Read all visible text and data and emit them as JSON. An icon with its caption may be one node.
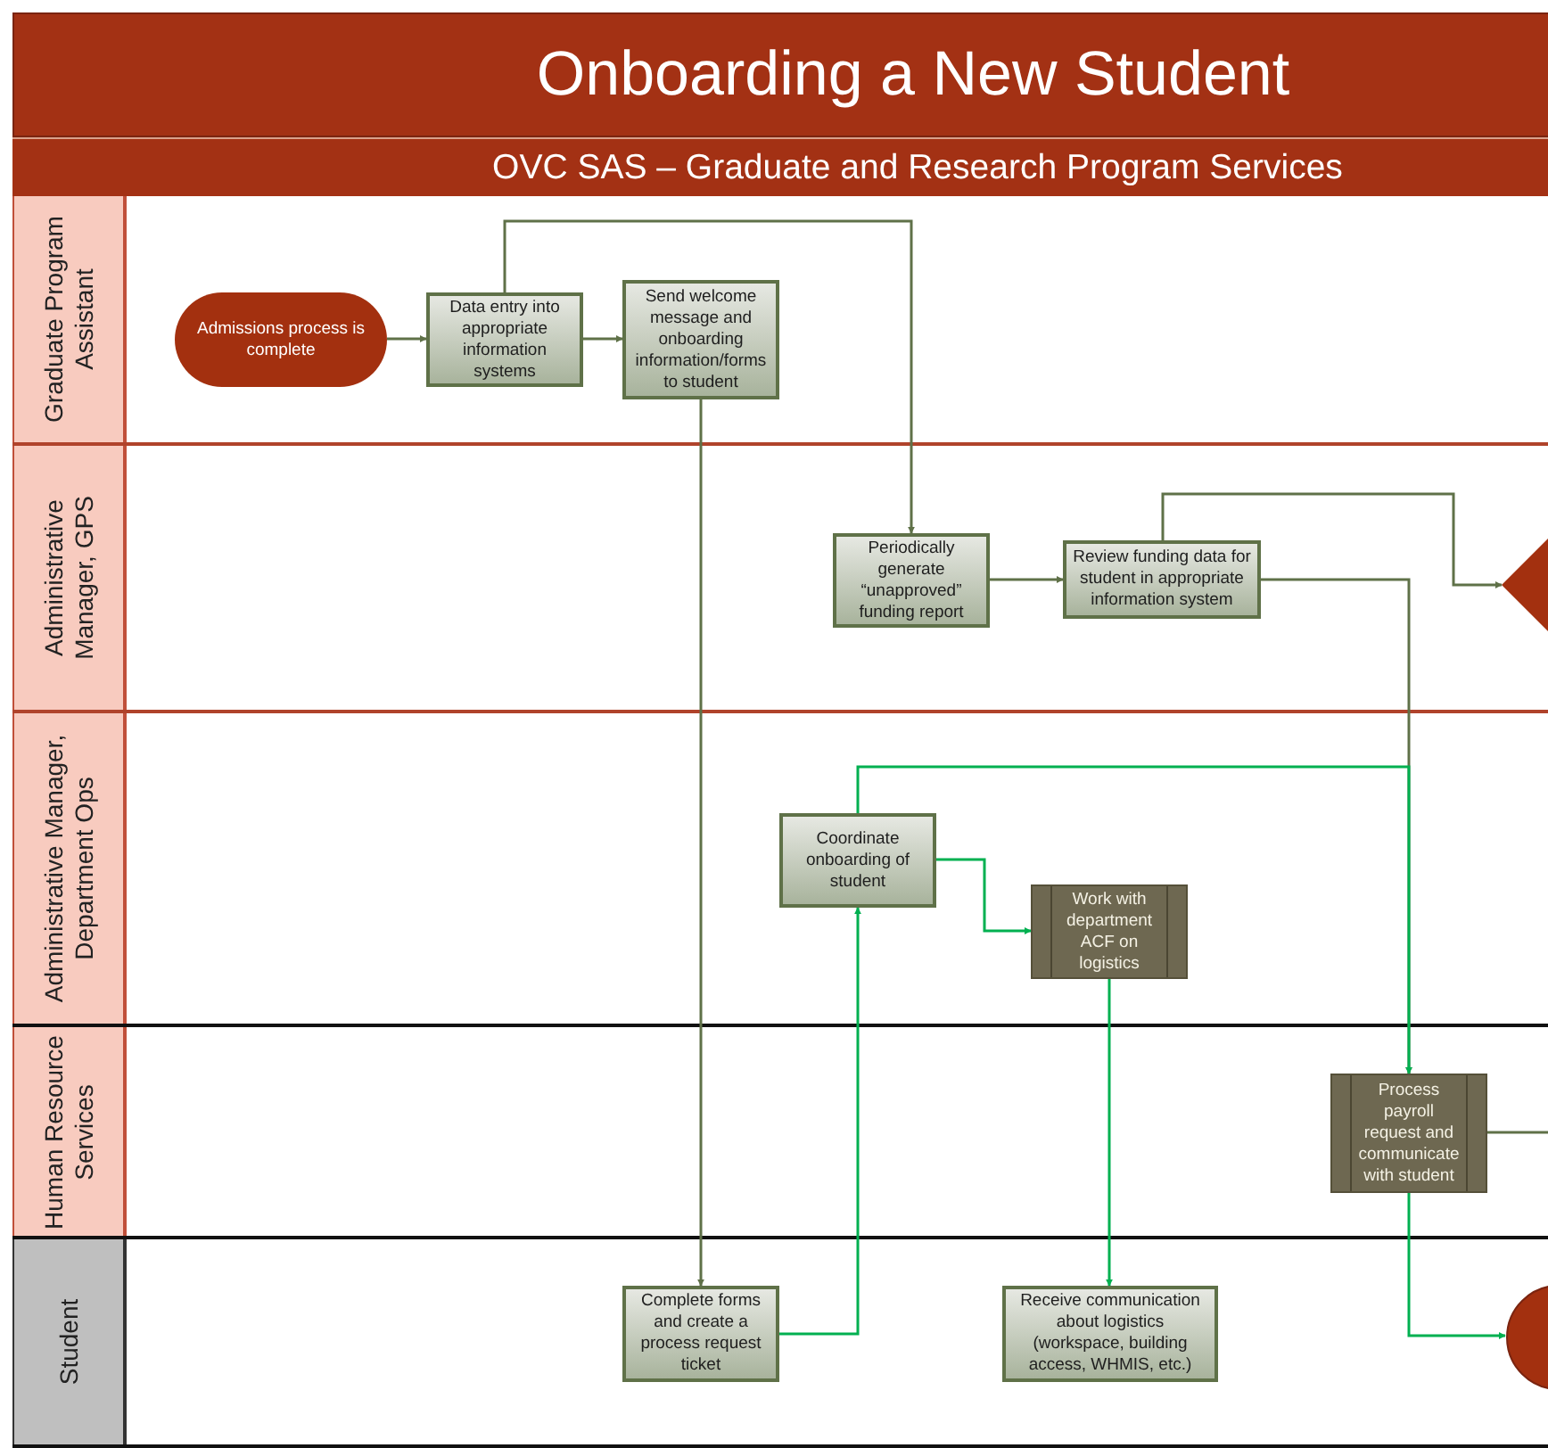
{
  "diagram": {
    "title": "Onboarding a New Student",
    "nodes": [
      {
        "text": [
          "Graduate Program Assistant"
        ]
      },
      {
        "text": [
          "Administrative Manager, GPS"
        ]
      },
      {
        "text": [
          "Administrative Manager, Department Ops"
        ]
      },
      {
        "text": [
          "Human Resource Services"
        ]
      },
      {
        "text": [
          "Student"
        ]
      },
      {
        "text": [
          "Admissions process is complete"
        ],
        "in": 0
      },
      {
        "text": [
          "Data entry into appropriate information systems"
        ],
        "in": 0
      },
      {
        "text": [
          "Send welcome message and onboarding information/forms to student"
        ],
        "in": 0
      },
      {
        "text": [
          "Periodically generate “unapproved” funding report"
        ],
        "in": 1
      },
      {
        "text": [
          "Review funding data for student in appropriate information system"
        ],
        "in": 1
      },
      {
        "text": [],
        "shape": "diamond",
        "in": 1
      },
      {
        "text": [
          "Coordinate onboarding of student"
        ],
        "in": 2
      },
      {
        "text": [
          "Work with department ACF on logistics"
        ],
        "in": 2
      },
      {
        "text": [
          "Process payroll request and communicate with student"
        ],
        "in": 3
      },
      {
        "text": [
          "Complete forms and create a process request ticket"
        ],
        "in": 4
      },
      {
        "text": [
          "Receive communication about logistics (workspace, building access, WHMIS, etc.)"
        ],
        "in": 4
      },
      {
        "text": [],
        "shape": "circle",
        "in": 4
      }
    ],
    "edges": [
      {
        "from": 5,
        "to": 6,
        "arrow": "to"
      },
      {
        "from": 6,
        "to": 7,
        "arrow": "to"
      },
      {
        "from": 6,
        "to": 8,
        "arrow": "to"
      },
      {
        "from": 7,
        "to": 14,
        "arrow": "to"
      },
      {
        "from": 8,
        "to": 9,
        "arrow": "to"
      },
      {
        "from": 9,
        "to": 10,
        "arrow": "to"
      },
      {
        "from": 9,
        "to": 13,
        "arrow": "to"
      },
      {
        "from": 11,
        "to": 13,
        "arrow": "to",
        "color": "#00b050"
      },
      {
        "from": 14,
        "to": 11,
        "arrow": "to",
        "color": "#00b050"
      },
      {
        "from": 11,
        "to": 12,
        "arrow": "to",
        "color": "#00b050"
      },
      {
        "from": 12,
        "to": 15,
        "arrow": "to",
        "color": "#00b050"
      },
      {
        "from": 13,
        "to": 16,
        "arrow": "to",
        "color": "#00b050"
      },
      {
        "from": 13,
        "to": null,
        "arrow": "none"
      }
    ],
    "labels": [
      "OVC SAS – Graduate and Research Program Services"
    ]
  }
}
